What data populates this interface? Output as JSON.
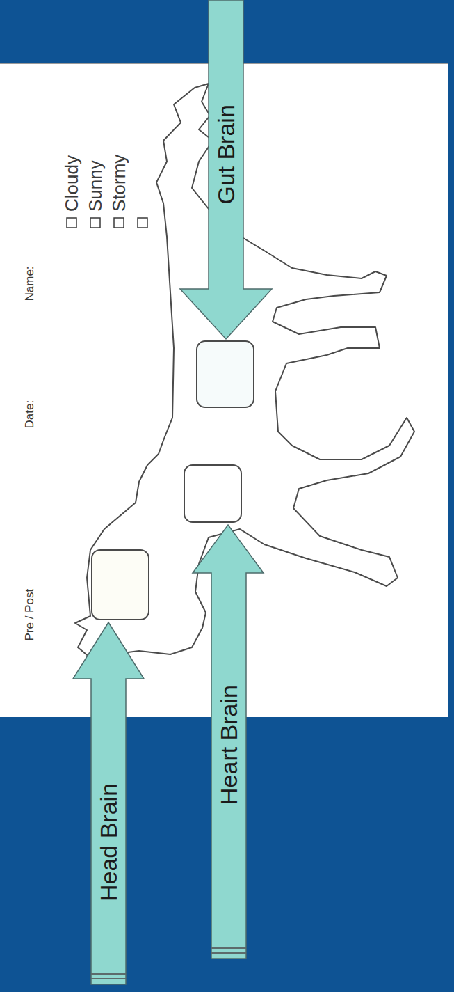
{
  "diagram": {
    "nodes": [
      {
        "text": [
          "Gut Brain"
        ]
      },
      {
        "text": [
          "Heart Brain"
        ]
      },
      {
        "text": [
          "Head Brain"
        ]
      }
    ],
    "labels": [
      "Pre / Post",
      "Date:",
      "Name:",
      "Cloudy",
      "Sunny",
      "Stormy"
    ]
  }
}
